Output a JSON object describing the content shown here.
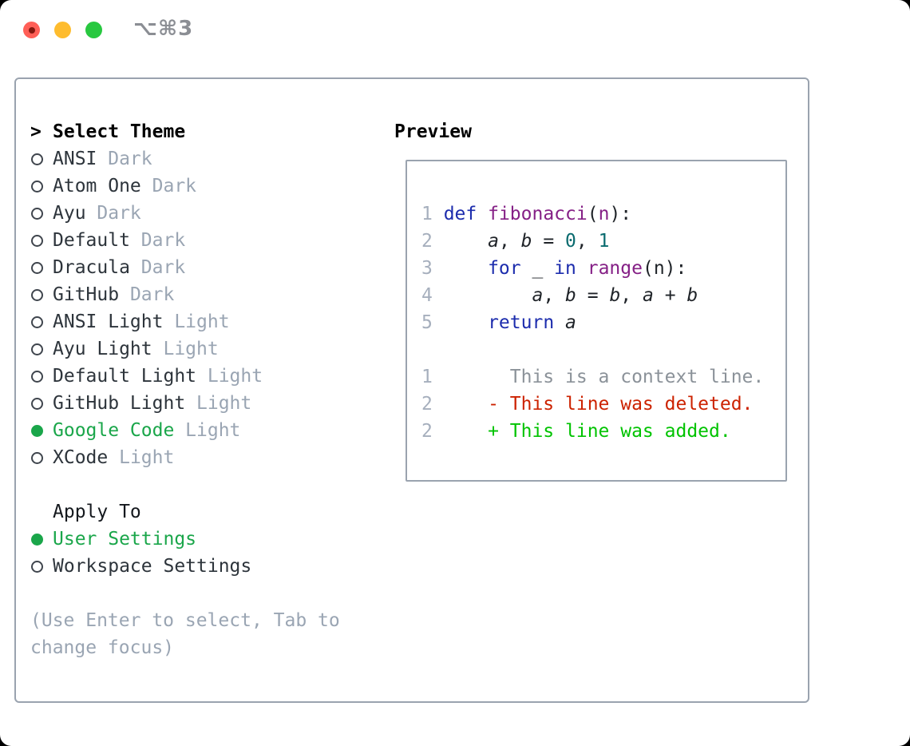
{
  "titlebar": {
    "shortcut_label": "⌥⌘3",
    "traffic_lights": [
      {
        "name": "close",
        "color": "#ff5f57"
      },
      {
        "name": "minimize",
        "color": "#febc2e"
      },
      {
        "name": "zoom",
        "color": "#28c840"
      }
    ]
  },
  "theme_picker": {
    "prompt": ">",
    "title": "Select Theme",
    "items": [
      {
        "name": "ANSI",
        "variant": "Dark",
        "selected": false
      },
      {
        "name": "Atom One",
        "variant": "Dark",
        "selected": false
      },
      {
        "name": "Ayu",
        "variant": "Dark",
        "selected": false
      },
      {
        "name": "Default",
        "variant": "Dark",
        "selected": false
      },
      {
        "name": "Dracula",
        "variant": "Dark",
        "selected": false
      },
      {
        "name": "GitHub",
        "variant": "Dark",
        "selected": false
      },
      {
        "name": "ANSI Light",
        "variant": "Light",
        "selected": false
      },
      {
        "name": "Ayu Light",
        "variant": "Light",
        "selected": false
      },
      {
        "name": "Default Light",
        "variant": "Light",
        "selected": false
      },
      {
        "name": "GitHub Light",
        "variant": "Light",
        "selected": false
      },
      {
        "name": "Google Code",
        "variant": "Light",
        "selected": true
      },
      {
        "name": "XCode",
        "variant": "Light",
        "selected": false
      }
    ]
  },
  "apply_to": {
    "title": "Apply To",
    "items": [
      {
        "label": "User Settings",
        "selected": true
      },
      {
        "label": "Workspace Settings",
        "selected": false
      }
    ]
  },
  "hint": "(Use Enter to select, Tab to change focus)",
  "preview": {
    "title": "Preview",
    "code_lines": [
      {
        "num": "1",
        "segments": [
          {
            "t": "def",
            "c": "kw"
          },
          {
            "t": " ",
            "c": "pl"
          },
          {
            "t": "fibonacci",
            "c": "fn"
          },
          {
            "t": "(",
            "c": "pl"
          },
          {
            "t": "n",
            "c": "fn"
          },
          {
            "t": "):",
            "c": "pl"
          }
        ]
      },
      {
        "num": "2",
        "segments": [
          {
            "t": "    ",
            "c": "pl"
          },
          {
            "t": "a",
            "c": "var"
          },
          {
            "t": ", ",
            "c": "pl"
          },
          {
            "t": "b",
            "c": "var"
          },
          {
            "t": " = ",
            "c": "pl"
          },
          {
            "t": "0",
            "c": "lit"
          },
          {
            "t": ", ",
            "c": "pl"
          },
          {
            "t": "1",
            "c": "lit"
          }
        ]
      },
      {
        "num": "3",
        "segments": [
          {
            "t": "    ",
            "c": "pl"
          },
          {
            "t": "for",
            "c": "kw"
          },
          {
            "t": " _ ",
            "c": "pl"
          },
          {
            "t": "in",
            "c": "kw"
          },
          {
            "t": " ",
            "c": "pl"
          },
          {
            "t": "range",
            "c": "fn"
          },
          {
            "t": "(n):",
            "c": "pl"
          }
        ]
      },
      {
        "num": "4",
        "segments": [
          {
            "t": "        ",
            "c": "pl"
          },
          {
            "t": "a",
            "c": "var"
          },
          {
            "t": ", ",
            "c": "pl"
          },
          {
            "t": "b",
            "c": "var"
          },
          {
            "t": " = ",
            "c": "pl"
          },
          {
            "t": "b",
            "c": "var"
          },
          {
            "t": ", ",
            "c": "pl"
          },
          {
            "t": "a",
            "c": "var"
          },
          {
            "t": " + ",
            "c": "pl"
          },
          {
            "t": "b",
            "c": "var"
          }
        ]
      },
      {
        "num": "5",
        "segments": [
          {
            "t": "    ",
            "c": "pl"
          },
          {
            "t": "return",
            "c": "kw"
          },
          {
            "t": " ",
            "c": "pl"
          },
          {
            "t": "a",
            "c": "var"
          }
        ]
      }
    ],
    "diff_lines": [
      {
        "num": "1",
        "marker": "",
        "text": "This is a context line.",
        "type": "context"
      },
      {
        "num": "2",
        "marker": "-",
        "text": "This line was deleted.",
        "type": "deleted"
      },
      {
        "num": "2",
        "marker": "+",
        "text": "This line was added.",
        "type": "added"
      }
    ]
  },
  "colors": {
    "keyword": "#1c2cad",
    "function": "#852086",
    "number_literal": "#0a6b6f",
    "selected_green": "#1aa64a",
    "added_green": "#00c300",
    "deleted_red": "#cc2200",
    "context_gray": "#8b9299",
    "muted_gray": "#9aa5b3",
    "line_number": "#a6afbd",
    "panel_border": "#9aa3af",
    "traffic_red": "#ff5f57",
    "traffic_yellow": "#febc2e",
    "traffic_green": "#28c840"
  }
}
